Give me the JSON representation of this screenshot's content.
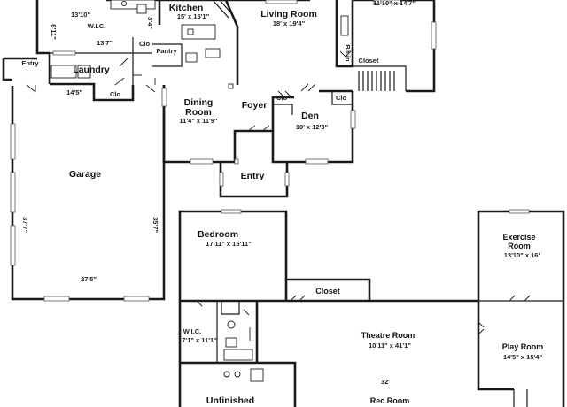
{
  "floor_plan": {
    "main_level": {
      "kitchen": {
        "name": "Kitchen",
        "dim": "15' x 15'1\""
      },
      "living_room": {
        "name": "Living Room",
        "dim": "18' x 19'4\""
      },
      "top_room": {
        "dim": "11'10\" x 14'7\""
      },
      "wic": {
        "name": "W.I.C.",
        "dim": "13'10\"",
        "side_dim": "6'11\""
      },
      "kitchen_side_dim": "3'4\"",
      "built_in": "Blt-in",
      "closet_top": "Closet",
      "clo_upper": "Clo",
      "pantry": "Pantry",
      "laundry": {
        "name": "Laundry",
        "dim": "13'7\""
      },
      "entry_side": "Entry",
      "hall_dim": "14'5\"",
      "clo_lower": "Clo",
      "dining_room": {
        "name_line1": "Dining",
        "name_line2": "Room",
        "dim": "11'4\" x 11'9\""
      },
      "foyer": "Foyer",
      "den": {
        "name": "Den",
        "dim": "10' x 12'3\""
      },
      "den_clo_left": "Clo",
      "den_clo_right": "Clo",
      "entry_front": "Entry",
      "garage": {
        "name": "Garage",
        "dim_left": "37'7\"",
        "dim_right": "35'7\"",
        "dim_bottom": "27'5\""
      }
    },
    "lower_level": {
      "bedroom": {
        "name": "Bedroom",
        "dim": "17'11\" x 15'11\""
      },
      "closet": "Closet",
      "exercise_room": {
        "name_line1": "Exercise",
        "name_line2": "Room",
        "dim": "13'10\" x 16'"
      },
      "wic": {
        "name": "W.I.C.",
        "dim": "7'1\" x 11'1\""
      },
      "theatre_room": {
        "name": "Theatre Room",
        "dim": "10'11\" x 41'1\""
      },
      "play_room": {
        "name": "Play Room",
        "dim": "14'5\" x 15'4\""
      },
      "rec_room": {
        "name": "Rec Room",
        "dim": "32'"
      },
      "unfinished": "Unfinished"
    }
  }
}
